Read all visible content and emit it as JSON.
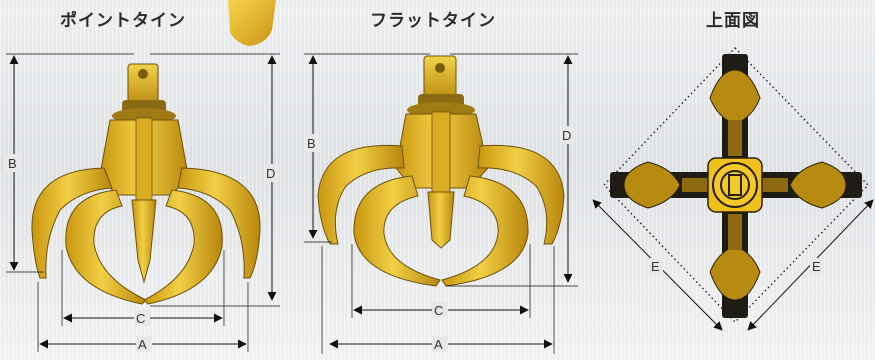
{
  "titles": {
    "point_tine": "ポイントタイン",
    "flat_tine": "フラットタイン",
    "top_view": "上面図"
  },
  "dimensions": {
    "A": "A",
    "B": "B",
    "C": "C",
    "D": "D",
    "E": "E"
  },
  "colors": {
    "steel_yellow": "#e2b323",
    "steel_dark": "#8a6a12",
    "line": "#222222",
    "background": "#e6e8ea"
  }
}
